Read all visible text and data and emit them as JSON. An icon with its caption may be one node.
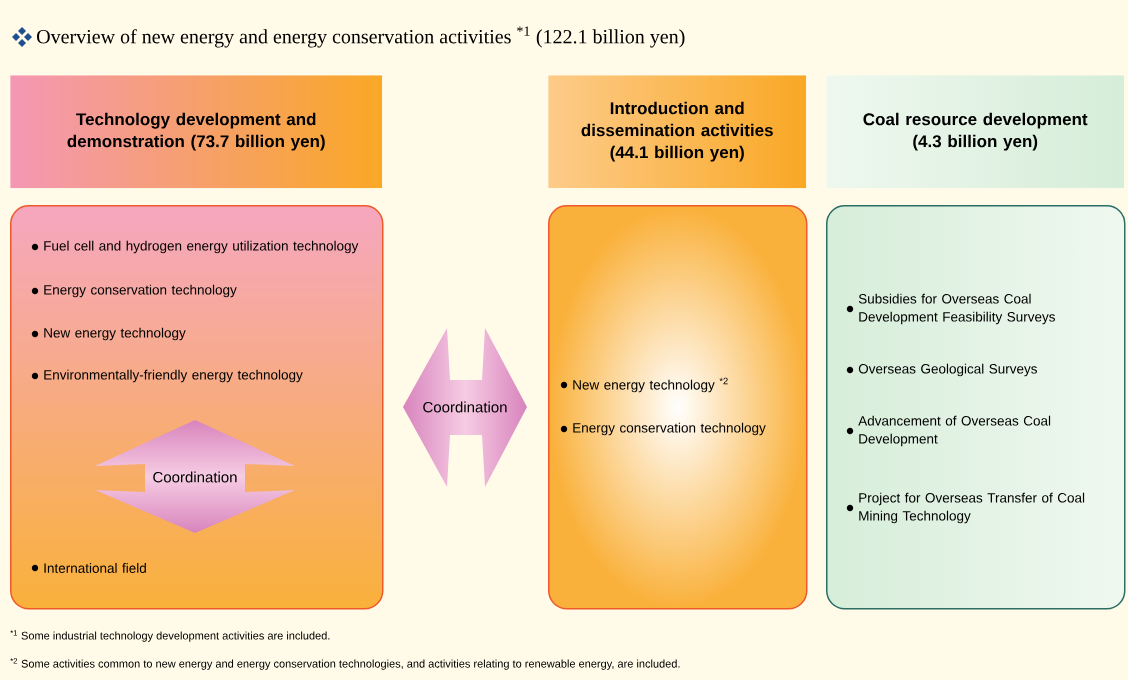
{
  "diagram": {
    "title": "Overview of new energy and energy conservation activities $^{*1}$ (122.1 billion yen)",
    "nodes": [
      {
        "text": [
          "Technology development and demonstration (73.7 billion yen)"
        ]
      },
      {
        "text": [
          "Fuel cell and hydrogen energy utilization technology",
          "Energy conservation technology",
          "New energy technology",
          "Environmentally-friendly energy technology",
          "International field"
        ]
      },
      {
        "text": [
          "Coordination"
        ],
        "in": 1
      },
      {
        "text": [
          "Introduction and dissemination activities (44.1 billion yen)"
        ]
      },
      {
        "text": [
          "Coordination"
        ]
      },
      {
        "text": [
          "New energy technology $^{*2}$",
          "Energy conservation technology"
        ]
      },
      {
        "text": [
          "Coal resource development (4.3 billion yen)"
        ]
      },
      {
        "text": [
          "Subsidies for Overseas Coal Development Feasibility Surveys",
          "Overseas Geological Surveys",
          "Advancement of Overseas Coal Development",
          "Project for Overseas Transfer of Coal Mining Technology"
        ]
      }
    ],
    "labels": [
      "$^{*1}$ Some industrial technology development activities are included.",
      "$^{*2}$ Some activities common to new energy and energy conservation technologies, and activities relating to renewable energy, are included."
    ]
  }
}
